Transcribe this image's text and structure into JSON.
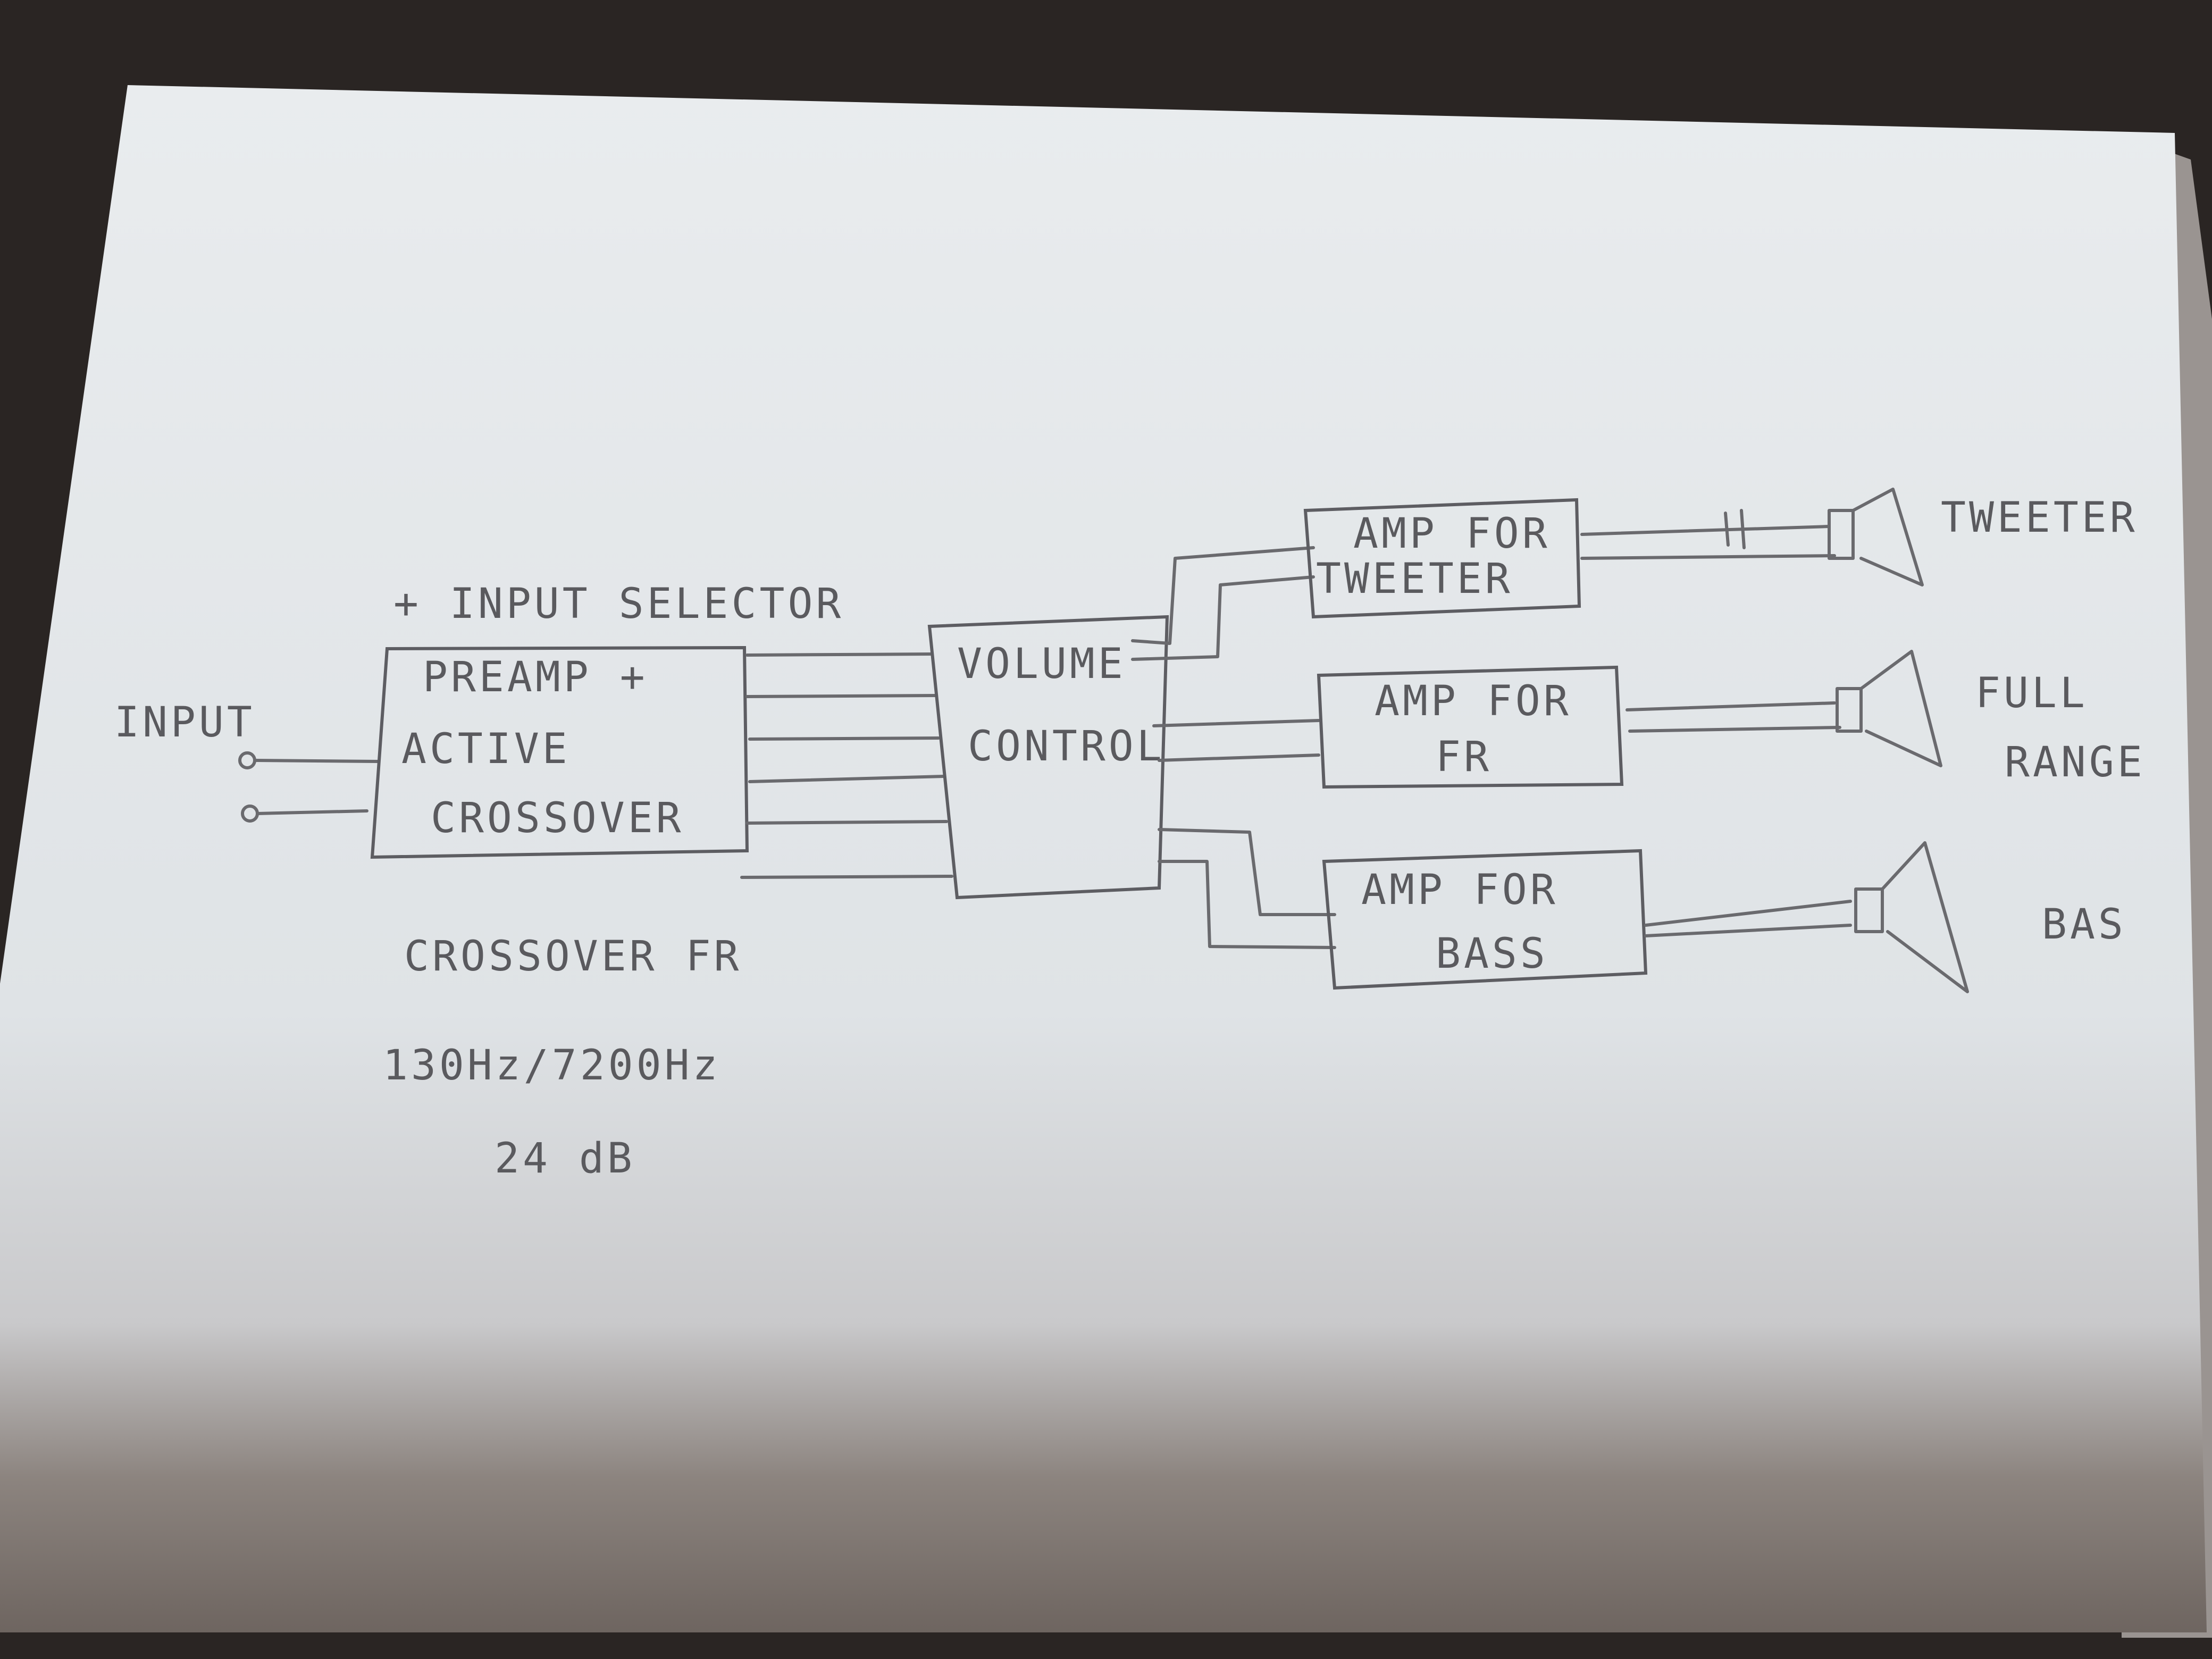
{
  "diagram": {
    "input_label": "INPUT",
    "input_selector_label": "+ INPUT SELECTOR",
    "preamp": {
      "line1": "PREAMP +",
      "line2": "ACTIVE",
      "line3": "CROSSOVER"
    },
    "volume": {
      "line1": "VOLUME",
      "line2": "CONTROL"
    },
    "amps": [
      {
        "line1": "AMP FOR",
        "line2": "TWEETER"
      },
      {
        "line1": "AMP FOR",
        "line2": "FR"
      },
      {
        "line1": "AMP FOR",
        "line2": "BASS"
      }
    ],
    "speakers": {
      "tweeter": "TWEETER",
      "full_range_line1": "FULL",
      "full_range_line2": "RANGE",
      "bass": "BAS"
    },
    "notes": {
      "crossover_label": "CROSSOVER FR",
      "frequencies": "130Hz/7200Hz",
      "slope": "24 dB"
    }
  }
}
